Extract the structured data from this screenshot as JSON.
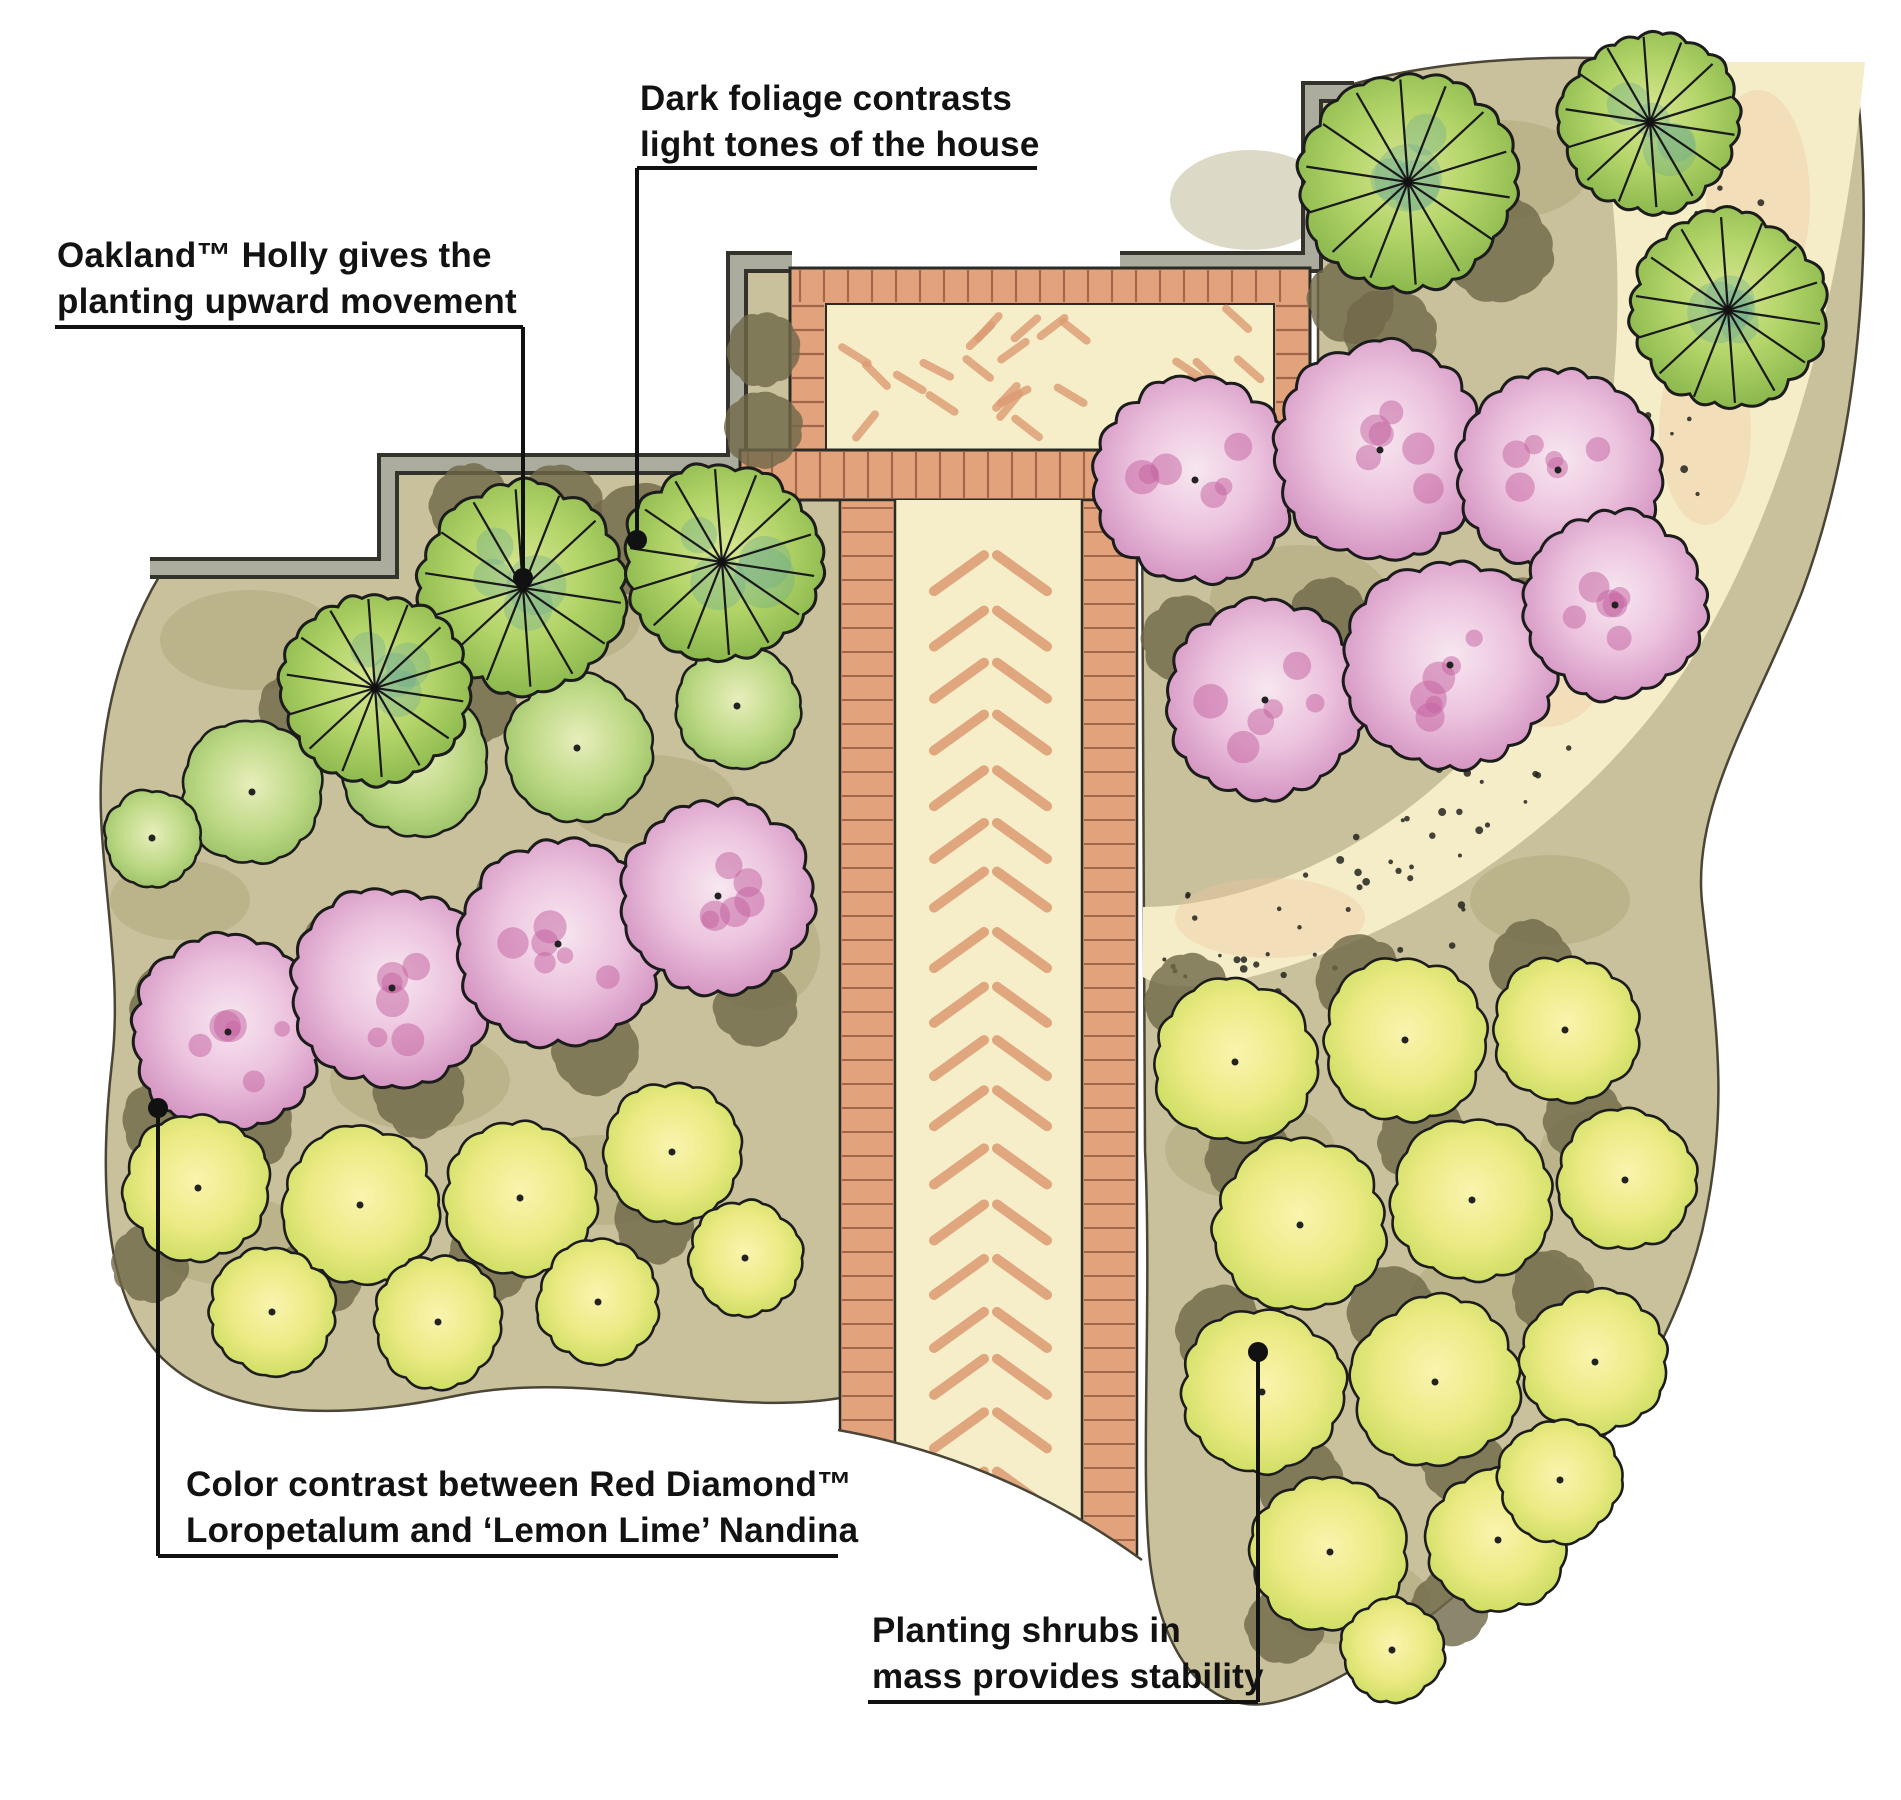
{
  "annotations": {
    "dark_foliage": {
      "lines": [
        "Dark foliage contrasts",
        "light tones of the house"
      ]
    },
    "oakland_holly": {
      "lines": [
        "Oakland™ Holly gives the",
        "planting upward movement"
      ]
    },
    "color_contrast": {
      "lines": [
        "Color contrast between Red Diamond™",
        "Loropetalum and ‘Lemon Lime’ Nandina"
      ]
    },
    "mass_planting": {
      "lines": [
        "Planting shrubs in",
        "mass provides stability"
      ]
    }
  },
  "colors": {
    "paper": "#ffffff",
    "bed": "#c8c19b",
    "bed_blotch": "#a89f74",
    "bed_shadow": "#6f6848",
    "wall_gray": "#abab9e",
    "brick": "#e2a27c",
    "brick_joint": "#a2674a",
    "paving": "#f5eec9",
    "paving_dash": "#dd9b72",
    "gravel": "#f4edc7",
    "holly_green": "#8fbe4e",
    "shrub_green": "#a3c76a",
    "loropetalum_pink": "#d795c4",
    "nandina_yellow": "#e3e47b",
    "ink": "#1a1a1a"
  }
}
